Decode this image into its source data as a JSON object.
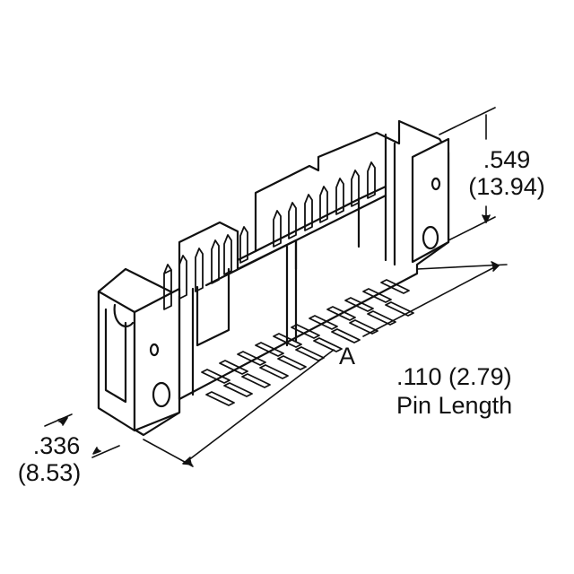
{
  "diagram": {
    "subject": "Box header connector with ejector latches, right-angle pins",
    "dimensions": {
      "height": {
        "inch": ".549",
        "mm": "(13.94)"
      },
      "depth": {
        "inch": ".336",
        "mm": "(8.53)"
      },
      "length": {
        "label": "A"
      },
      "pin": {
        "value": ".110 (2.79)",
        "label": "Pin Length"
      }
    },
    "colors": {
      "line": "#111111",
      "background": "#ffffff",
      "fill": "#ffffff"
    }
  }
}
